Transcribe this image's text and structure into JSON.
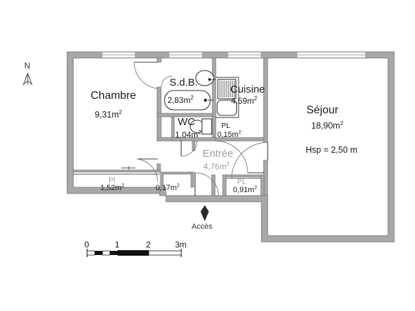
{
  "plan": {
    "title_visible": false,
    "orientation": {
      "label": "N",
      "icon": "north-arrow-icon"
    },
    "ceiling_note": "Hsp = 2,50 m",
    "entry_marker": {
      "label": "Accès",
      "icon": "up-arrow-icon"
    },
    "scale_bar": {
      "ticks": [
        "0",
        "1",
        "2"
      ],
      "end_label": "3m"
    },
    "rooms": [
      {
        "key": "chambre",
        "name": "Chambre",
        "area": "9,31m",
        "unit": "2"
      },
      {
        "key": "sdb",
        "name": "S.d.B.",
        "area": "2,83m",
        "unit": "2"
      },
      {
        "key": "cuisine",
        "name": "Cuisine",
        "area": "4,59m",
        "unit": "2"
      },
      {
        "key": "sejour",
        "name": "Séjour",
        "area": "18,90m",
        "unit": "2"
      },
      {
        "key": "wc",
        "name": "WC",
        "area": "1,04m",
        "unit": "2"
      },
      {
        "key": "entree",
        "name": "Entrée",
        "area": "4,76m",
        "unit": "2"
      },
      {
        "key": "pl_mid",
        "name": "PL",
        "area": "0,15m",
        "unit": "2"
      },
      {
        "key": "pl_left",
        "name": "Pl",
        "area": "1,52m",
        "unit": "2"
      },
      {
        "key": "pl_right",
        "name": "PL",
        "area": "0,91m",
        "unit": "2"
      },
      {
        "key": "pl_small",
        "name": "",
        "area": "0,17m",
        "unit": "2"
      }
    ],
    "colors": {
      "wall": "#a8a8a8",
      "wall_outline": "#6e6e6e",
      "ink": "#1a1a1a",
      "faded_ink": "#9d9d9d",
      "background": "#ffffff"
    }
  }
}
